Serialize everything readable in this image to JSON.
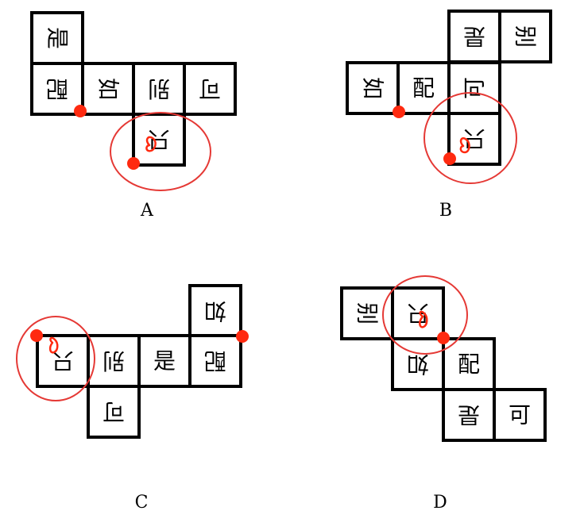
{
  "options": [
    {
      "key": "A",
      "label": "A",
      "faces": [
        {
          "char": "是",
          "rotate": 90
        },
        {
          "char": "配",
          "rotate": 180
        },
        {
          "char": "如",
          "rotate": 90
        },
        {
          "char": "别",
          "rotate": 180
        },
        {
          "char": "可",
          "rotate": 180
        },
        {
          "char": "只",
          "rotate": 180
        }
      ]
    },
    {
      "key": "B",
      "label": "B",
      "faces": [
        {
          "char": "是",
          "rotate": 180
        },
        {
          "char": "别",
          "rotate": 90
        },
        {
          "char": "如",
          "rotate": 90
        },
        {
          "char": "配",
          "rotate": 0
        },
        {
          "char": "可",
          "rotate": 270
        },
        {
          "char": "只",
          "rotate": 180
        }
      ]
    },
    {
      "key": "C",
      "label": "C",
      "faces": [
        {
          "char": "如",
          "rotate": 180
        },
        {
          "char": "只",
          "rotate": 180
        },
        {
          "char": "别",
          "rotate": 180
        },
        {
          "char": "是",
          "rotate": 0
        },
        {
          "char": "配",
          "rotate": 180
        },
        {
          "char": "可",
          "rotate": 180
        }
      ]
    },
    {
      "key": "D",
      "label": "D",
      "faces": [
        {
          "char": "别",
          "rotate": 90
        },
        {
          "char": "只",
          "rotate": 180
        },
        {
          "char": "如",
          "rotate": 180
        },
        {
          "char": "配",
          "rotate": 0
        },
        {
          "char": "是",
          "rotate": 180
        },
        {
          "char": "可",
          "rotate": 0
        }
      ]
    }
  ],
  "colors": {
    "ring": "#e53935",
    "dot": "#ff2a10",
    "stroke": "#000000"
  }
}
